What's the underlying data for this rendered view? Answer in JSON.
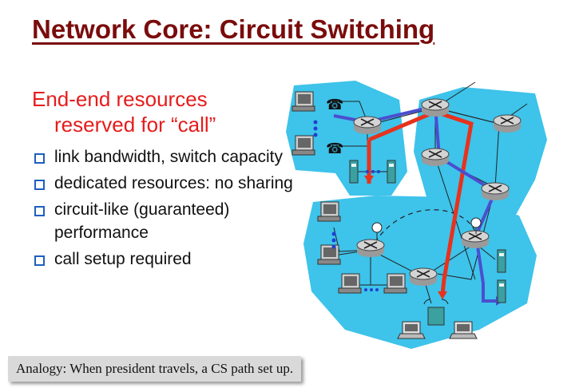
{
  "slide": {
    "title": "Network Core: Circuit Switching",
    "heading_line1": "End-end resources",
    "heading_line2": "reserved for “call”",
    "bullets": [
      "link bandwidth,  switch capacity",
      "dedicated resources: no sharing",
      "circuit-like (guaranteed) performance",
      "call setup required"
    ],
    "analogy": "Analogy: When president travels, a CS path set up."
  },
  "colors": {
    "title": "#7a0c0c",
    "heading": "#e51c1c",
    "bullet_box": "#1f5fbf",
    "cloud": "#3ec3ea",
    "path_red": "#e8321c",
    "path_blue": "#4a4fd0"
  },
  "icons": [
    "router-icon",
    "telephone-icon",
    "computer-icon",
    "server-icon",
    "laptop-icon",
    "satellite-dish-icon",
    "wireless-access-point-icon"
  ]
}
